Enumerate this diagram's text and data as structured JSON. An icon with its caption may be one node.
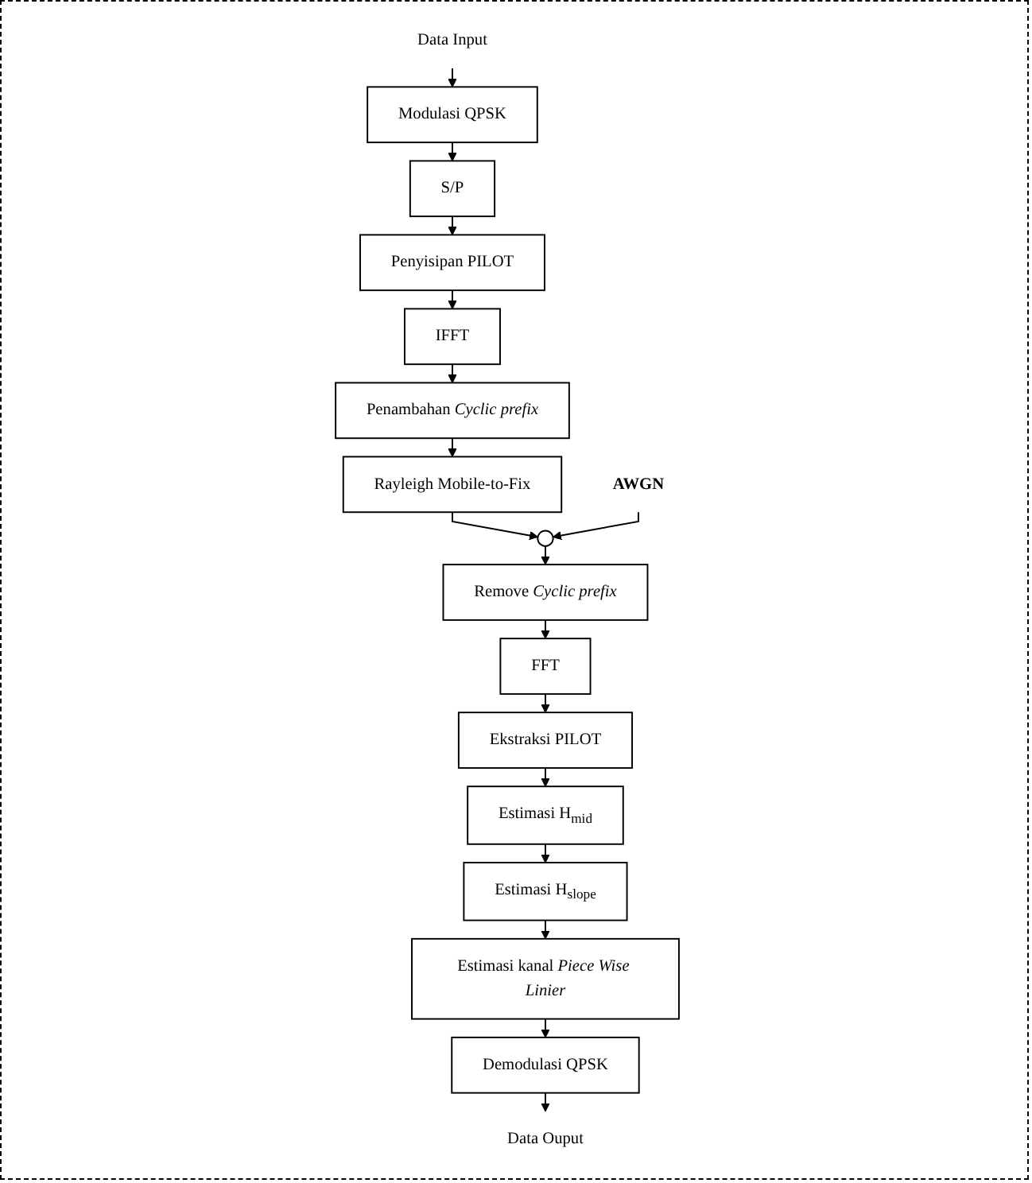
{
  "diagram": {
    "nodes": [
      {
        "text": [
          "Data Input"
        ]
      },
      {
        "text": [
          "Modulasi QPSK"
        ]
      },
      {
        "text": [
          "S/P"
        ]
      },
      {
        "text": [
          "Penyisipan PILOT"
        ]
      },
      {
        "text": [
          "IFFT"
        ]
      },
      {
        "text": [
          "Penambahan *Cyclic prefix*"
        ]
      },
      {
        "text": [
          "Rayleigh Mobile-to-Fix"
        ]
      },
      {
        "text": [
          "AWGN"
        ]
      },
      {
        "text": [],
        "shape": "circle"
      },
      {
        "text": [
          "Remove *Cyclic prefix*"
        ]
      },
      {
        "text": [
          "FFT"
        ]
      },
      {
        "text": [
          "Ekstraksi PILOT"
        ]
      },
      {
        "text": [
          "Estimasi H$_{mid}$"
        ]
      },
      {
        "text": [
          "Estimasi H$_{slope}$"
        ]
      },
      {
        "text": [
          "Estimasi kanal *Piece Wise Linier*"
        ]
      },
      {
        "text": [
          "Demodulasi QPSK"
        ]
      },
      {
        "text": [
          "Data Ouput"
        ]
      }
    ],
    "edges": [
      {
        "from": 0,
        "to": 1,
        "arrow": "to"
      },
      {
        "from": 1,
        "to": 2,
        "arrow": "to"
      },
      {
        "from": 2,
        "to": 3,
        "arrow": "to"
      },
      {
        "from": 3,
        "to": 4,
        "arrow": "to"
      },
      {
        "from": 4,
        "to": 5,
        "arrow": "to"
      },
      {
        "from": 5,
        "to": 6,
        "arrow": "to"
      },
      {
        "from": 6,
        "to": 8,
        "arrow": "to"
      },
      {
        "from": 7,
        "to": 8,
        "arrow": "to"
      },
      {
        "from": 8,
        "to": 9,
        "arrow": "to"
      },
      {
        "from": 9,
        "to": 10,
        "arrow": "to"
      },
      {
        "from": 10,
        "to": 11,
        "arrow": "to"
      },
      {
        "from": 11,
        "to": 12,
        "arrow": "to"
      },
      {
        "from": 12,
        "to": 13,
        "arrow": "to"
      },
      {
        "from": 13,
        "to": 14,
        "arrow": "to"
      },
      {
        "from": 14,
        "to": 15,
        "arrow": "to"
      },
      {
        "from": 15,
        "to": 16,
        "arrow": "to"
      }
    ]
  }
}
